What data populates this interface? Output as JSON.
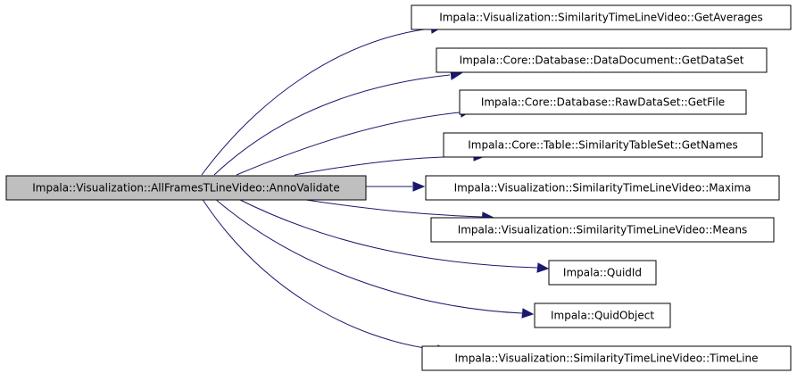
{
  "colors": {
    "edge": "#191970",
    "root_fill": "#bfbfbf",
    "node_fill": "#ffffff",
    "border": "#000000"
  },
  "root": {
    "label": "Impala::Visualization::AllFramesTLineVideo::AnnoValidate"
  },
  "callees": [
    {
      "label": "Impala::Visualization::SimilarityTimeLineVideo::GetAverages"
    },
    {
      "label": "Impala::Core::Database::DataDocument::GetDataSet"
    },
    {
      "label": "Impala::Core::Database::RawDataSet::GetFile"
    },
    {
      "label": "Impala::Core::Table::SimilarityTableSet::GetNames"
    },
    {
      "label": "Impala::Visualization::SimilarityTimeLineVideo::Maxima"
    },
    {
      "label": "Impala::Visualization::SimilarityTimeLineVideo::Means"
    },
    {
      "label": "Impala::QuidId"
    },
    {
      "label": "Impala::QuidObject"
    },
    {
      "label": "Impala::Visualization::SimilarityTimeLineVideo::TimeLine"
    }
  ]
}
